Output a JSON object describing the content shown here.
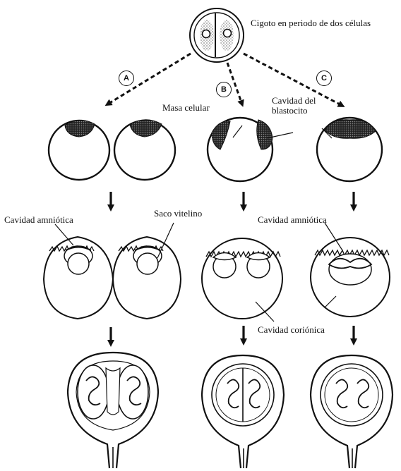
{
  "labels": {
    "zygote": "Cigoto en periodo de dos células",
    "cell_mass": "Masa celular",
    "blastocyst_cavity": "Cavidad del\nblastocito",
    "amniotic_cavity_a": "Cavidad amniótica",
    "yolk_sac": "Saco vitelino",
    "amniotic_cavity_c": "Cavidad amniótica",
    "chorionic_cavity": "Cavidad coriónica"
  },
  "paths": {
    "a": "A",
    "b": "B",
    "c": "C"
  },
  "colors": {
    "ink": "#111111",
    "paper": "#ffffff"
  }
}
